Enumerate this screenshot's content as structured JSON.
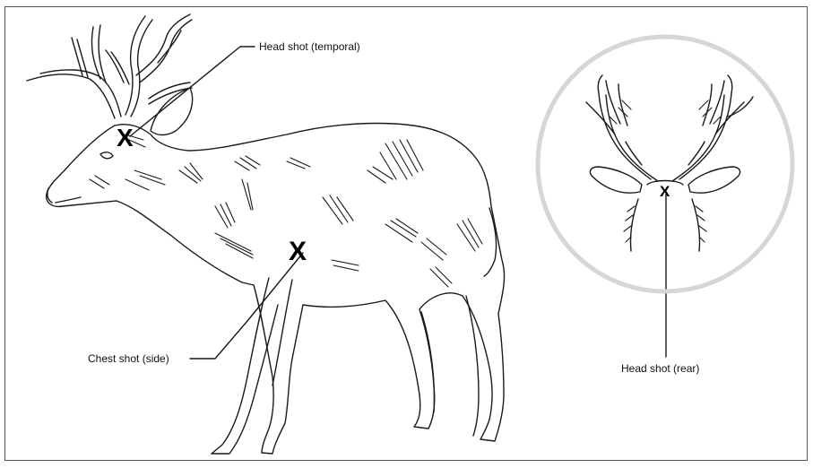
{
  "labels": {
    "head_temporal": "Head shot (temporal)",
    "chest_side": "Chest shot (side)",
    "head_rear": "Head shot (rear)"
  },
  "markers": {
    "head_temporal": "X",
    "chest_side": "X",
    "head_rear": "X"
  },
  "colors": {
    "line": "#1a1a1a",
    "circle": "#d6d6d6",
    "frame": "#555555"
  }
}
